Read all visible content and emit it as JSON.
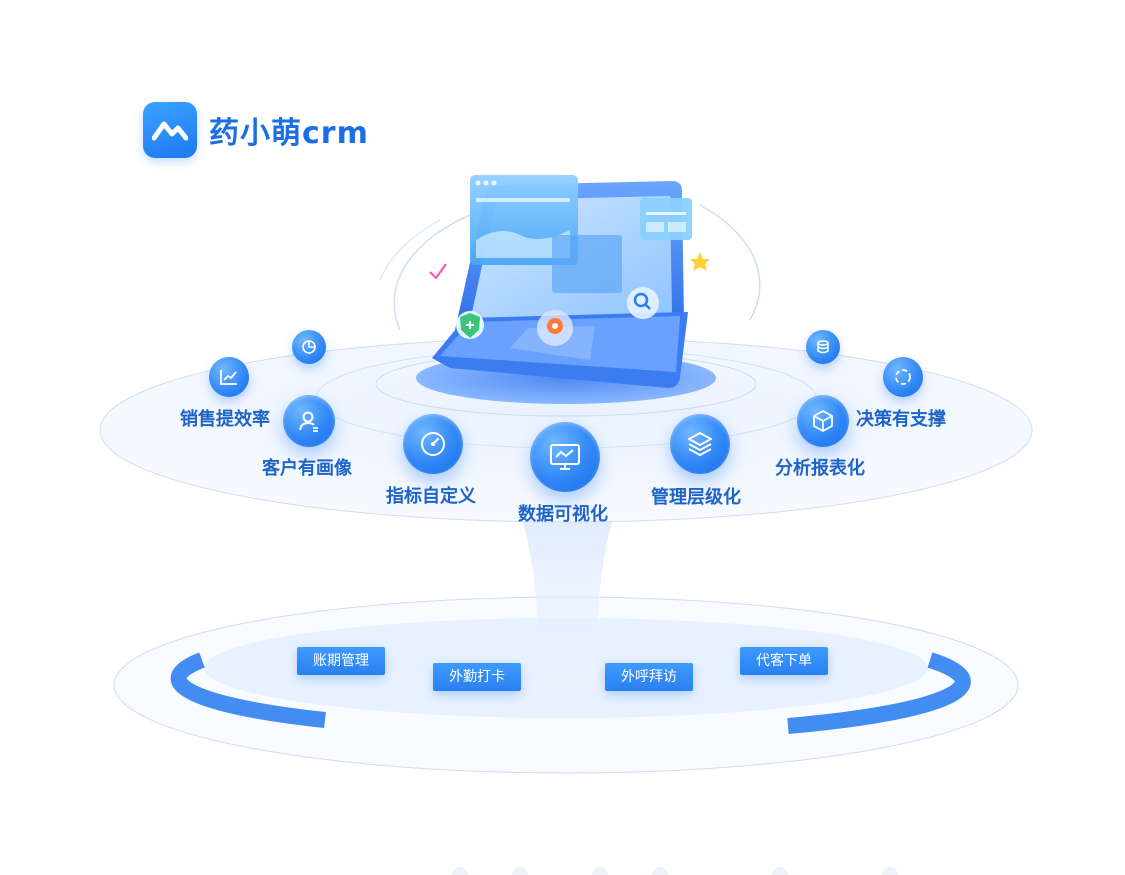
{
  "brand": {
    "name": "药小萌crm",
    "accent": "#1d78f2"
  },
  "features": [
    {
      "label": "销售提效率",
      "icon": "trend-chart-icon"
    },
    {
      "label": "客户有画像",
      "icon": "user-profile-icon"
    },
    {
      "label": "指标自定义",
      "icon": "gauge-icon"
    },
    {
      "label": "数据可视化",
      "icon": "monitor-chart-icon"
    },
    {
      "label": "管理层级化",
      "icon": "layers-icon"
    },
    {
      "label": "分析报表化",
      "icon": "cube-icon"
    },
    {
      "label": "决策有支撑",
      "icon": "cycle-icon"
    }
  ],
  "decor_icons": [
    "pie-chart-icon",
    "database-icon"
  ],
  "tags": [
    "账期管理",
    "外勤打卡",
    "外呼拜访",
    "代客下单"
  ]
}
